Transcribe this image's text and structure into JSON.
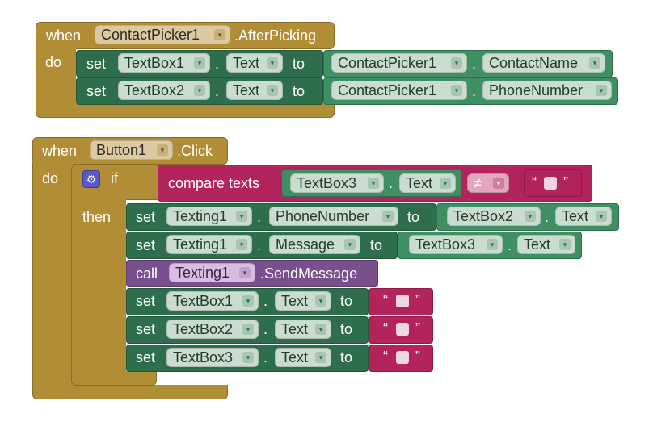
{
  "keywords": {
    "when": "when",
    "do": "do",
    "set": "set",
    "to": "to",
    "dot": ".",
    "if": "if",
    "then": "then",
    "call": "call",
    "compare_texts": "compare texts",
    "open_quote": "“",
    "close_quote": "”",
    "dropdown_arrow": "▾",
    "not_equal": "≠",
    "gear_icon": "⚙"
  },
  "block1": {
    "component": "ContactPicker1",
    "event": ".AfterPicking",
    "rows": [
      {
        "target": "TextBox1",
        "prop": "Text",
        "source": "ContactPicker1",
        "source_prop": "ContactName"
      },
      {
        "target": "TextBox2",
        "prop": "Text",
        "source": "ContactPicker1",
        "source_prop": "PhoneNumber"
      }
    ]
  },
  "block2": {
    "component": "Button1",
    "event": ".Click",
    "condition": {
      "left_comp": "TextBox3",
      "left_prop": "Text",
      "op": "≠"
    },
    "then": [
      {
        "target": "Texting1",
        "prop": "PhoneNumber",
        "source": "TextBox2",
        "source_prop": "Text"
      },
      {
        "target": "Texting1",
        "prop": "Message",
        "source": "TextBox3",
        "source_prop": "Text"
      }
    ],
    "call": {
      "comp": "Texting1",
      "method": ".SendMessage"
    },
    "clears": [
      {
        "target": "TextBox1",
        "prop": "Text"
      },
      {
        "target": "TextBox2",
        "prop": "Text"
      },
      {
        "target": "TextBox3",
        "prop": "Text"
      }
    ]
  },
  "colors": {
    "event": "#b18e35",
    "setter": "#2f6e4c",
    "getter": "#3f8f63",
    "text": "#b4245c",
    "call": "#7a4f8e",
    "control_icon": "#5a57c7"
  }
}
